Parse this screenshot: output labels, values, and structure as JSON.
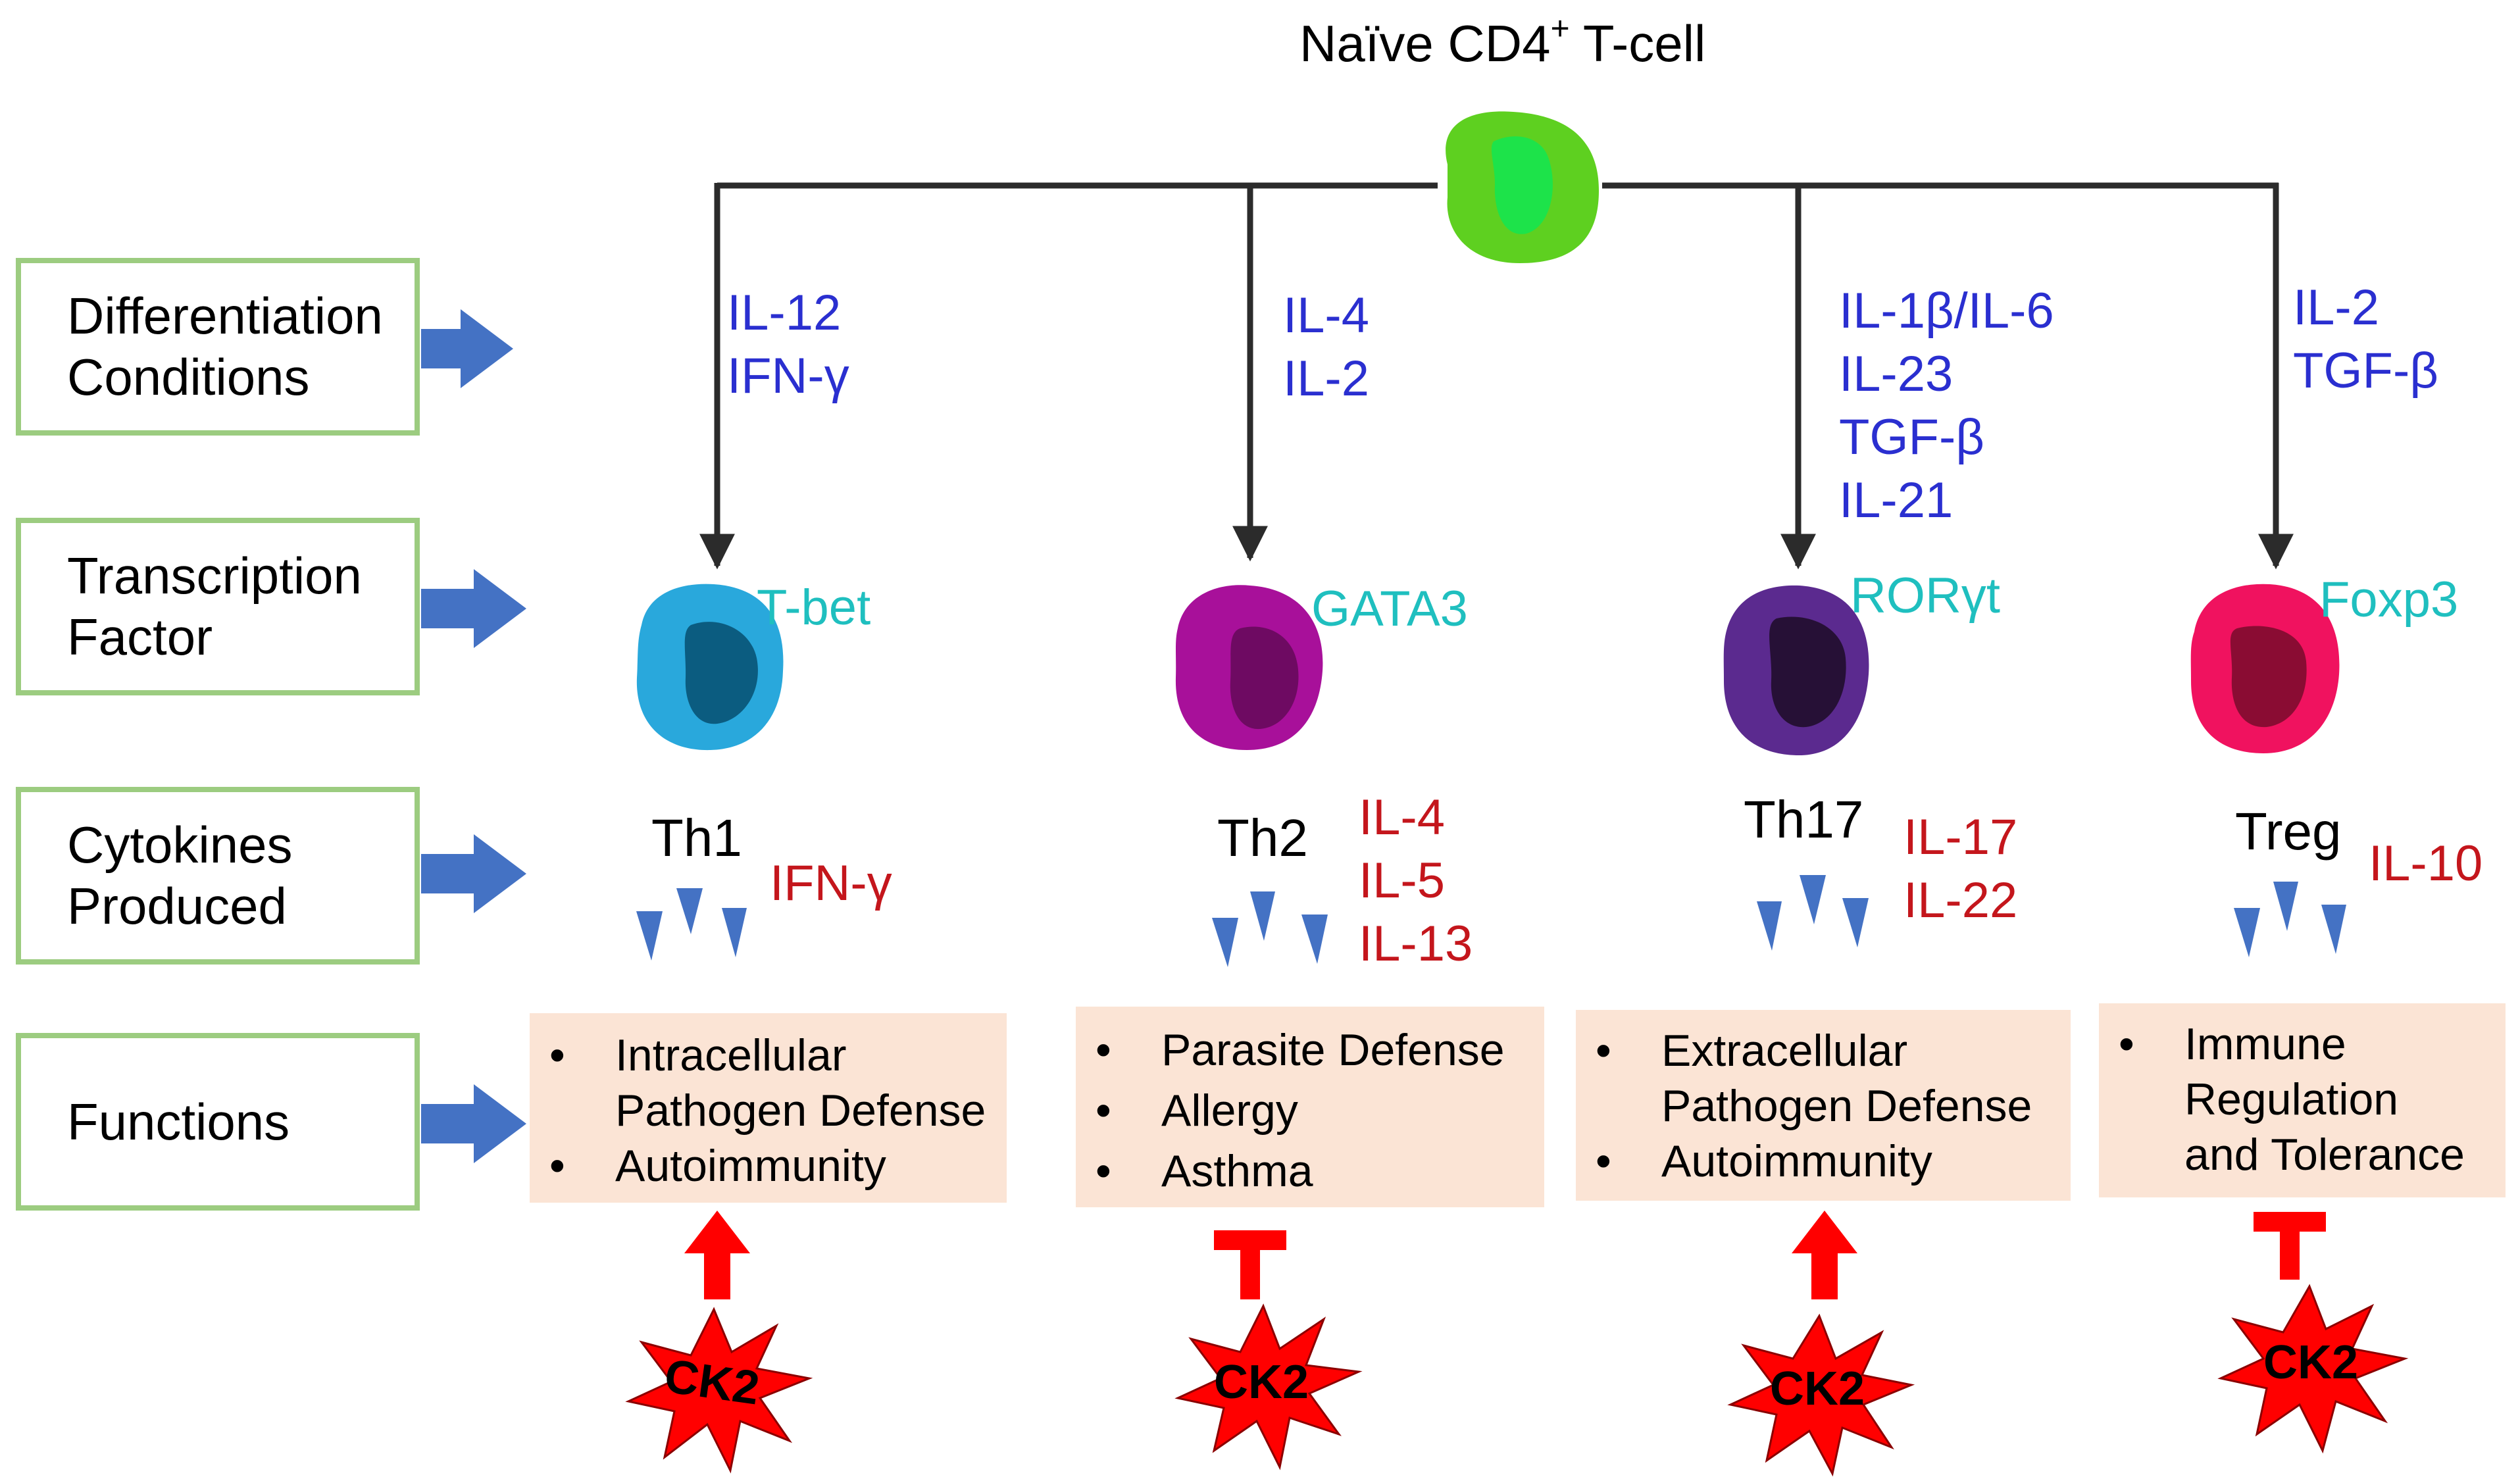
{
  "title": {
    "text": "Naïve CD4",
    "sup": "+",
    "rest": " T-cell"
  },
  "rows": [
    {
      "lines": [
        "Differentiation",
        "Conditions"
      ]
    },
    {
      "lines": [
        "Transcription",
        "Factor"
      ]
    },
    {
      "lines": [
        "Cytokines",
        "Produced"
      ]
    },
    {
      "lines": [
        "Functions"
      ]
    }
  ],
  "subsets": [
    {
      "conditions": [
        "IL-12",
        "IFN-γ"
      ],
      "tf": "T-bet",
      "name": "Th1",
      "cytokines": [
        "IFN-γ"
      ],
      "functions": [
        "Intracellular",
        "Pathogen Defense",
        "Autoimmunity"
      ],
      "ck2_label": "CK2",
      "ck2_effect": "promotes",
      "colors": {
        "outer": "#29a8dc",
        "inner": "#0b5c80"
      }
    },
    {
      "conditions": [
        "IL-4",
        "IL-2"
      ],
      "tf": "GATA3",
      "name": "Th2",
      "cytokines": [
        "IL-4",
        "IL-5",
        "IL-13"
      ],
      "functions": [
        "Parasite Defense",
        "Allergy",
        "Asthma"
      ],
      "ck2_label": "CK2",
      "ck2_effect": "inhibits",
      "colors": {
        "outer": "#a8109a",
        "inner": "#6e0a62"
      }
    },
    {
      "conditions": [
        "IL-1β/IL-6",
        "IL-23",
        "TGF-β",
        "IL-21"
      ],
      "tf": "RORγt",
      "name": "Th17",
      "cytokines": [
        "IL-17",
        "IL-22"
      ],
      "functions": [
        "Extracellular",
        "Pathogen Defense",
        "Autoimmunity"
      ],
      "ck2_label": "CK2",
      "ck2_effect": "promotes",
      "colors": {
        "outer": "#5b2a8f",
        "inner": "#261036"
      }
    },
    {
      "conditions": [
        "IL-2",
        "TGF-β"
      ],
      "tf": "Foxp3",
      "name": "Treg",
      "cytokines": [
        "IL-10"
      ],
      "functions": [
        "Immune",
        "Regulation",
        "and Tolerance"
      ],
      "ck2_label": "CK2",
      "ck2_effect": "inhibits",
      "colors": {
        "outer": "#f0125f",
        "inner": "#8a0c33"
      }
    }
  ],
  "colors": {
    "arrow_blue": "#4472c4",
    "condition_text": "#2a2fd0",
    "tf_text": "#1fbfbf",
    "cytokine_text": "#c4161c",
    "function_box": "#fbe4d5",
    "row_box_border": "#9ccc80",
    "ck2_star": "#ff0000",
    "naive_cell": "#5ed020"
  },
  "icons": {
    "row_arrow": "right-arrow-icon",
    "cytokine_release": "triangle-down-icon",
    "bullet": "•"
  }
}
